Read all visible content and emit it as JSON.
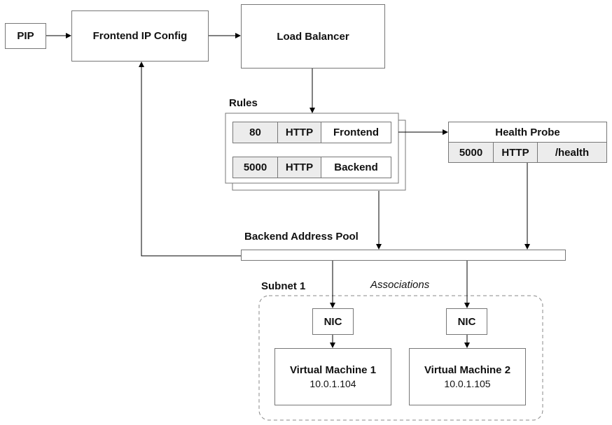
{
  "nodes": {
    "pip": "PIP",
    "frontend_ip_config": "Frontend IP Config",
    "load_balancer": "Load Balancer",
    "health_probe": {
      "title": "Health Probe",
      "port": "5000",
      "protocol": "HTTP",
      "path": "/health"
    },
    "backend_address_pool": "Backend Address Pool",
    "nic1": "NIC",
    "nic2": "NIC",
    "vm1": {
      "name": "Virtual Machine 1",
      "ip": "10.0.1.104"
    },
    "vm2": {
      "name": "Virtual Machine 2",
      "ip": "10.0.1.105"
    }
  },
  "rules": {
    "title": "Rules",
    "rows": [
      {
        "port": "80",
        "protocol": "HTTP",
        "target": "Frontend"
      },
      {
        "port": "5000",
        "protocol": "HTTP",
        "target": "Backend"
      }
    ]
  },
  "subnet": {
    "title": "Subnet 1",
    "associations_label": "Associations"
  }
}
